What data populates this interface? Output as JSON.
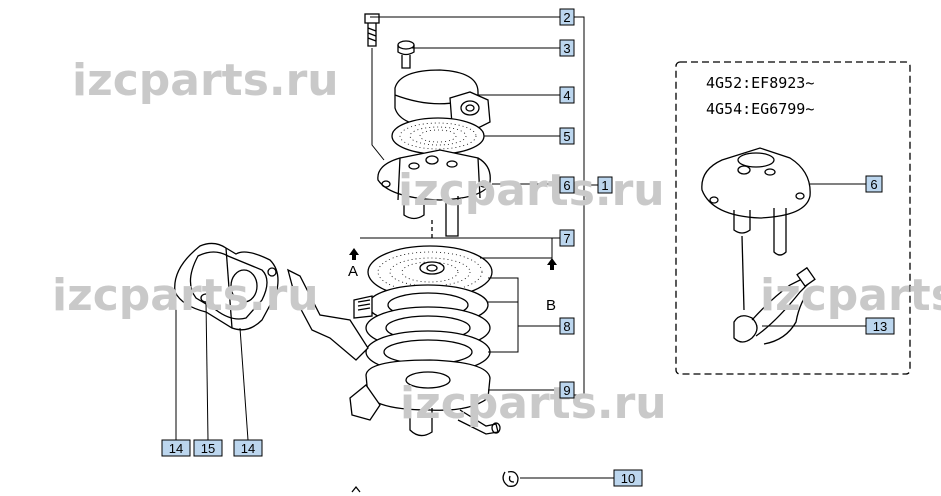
{
  "watermark": "izcparts.ru",
  "engine_note": {
    "line1": "4G52:EF8923~",
    "line2": "4G54:EG6799~"
  },
  "direction_labels": {
    "a": "A",
    "b": "B"
  },
  "callouts": {
    "p2": "2",
    "p3": "3",
    "p4": "4",
    "p5": "5",
    "p6": "6",
    "p1": "1",
    "p7": "7",
    "p8": "8",
    "p9": "9",
    "p10": "10",
    "p6b": "6",
    "p13": "13",
    "p14a": "14",
    "p15": "15",
    "p14b": "14"
  },
  "colors": {
    "callout_fill": "#bcd6ee",
    "line": "#000000",
    "watermark": "#c9c9c9"
  }
}
